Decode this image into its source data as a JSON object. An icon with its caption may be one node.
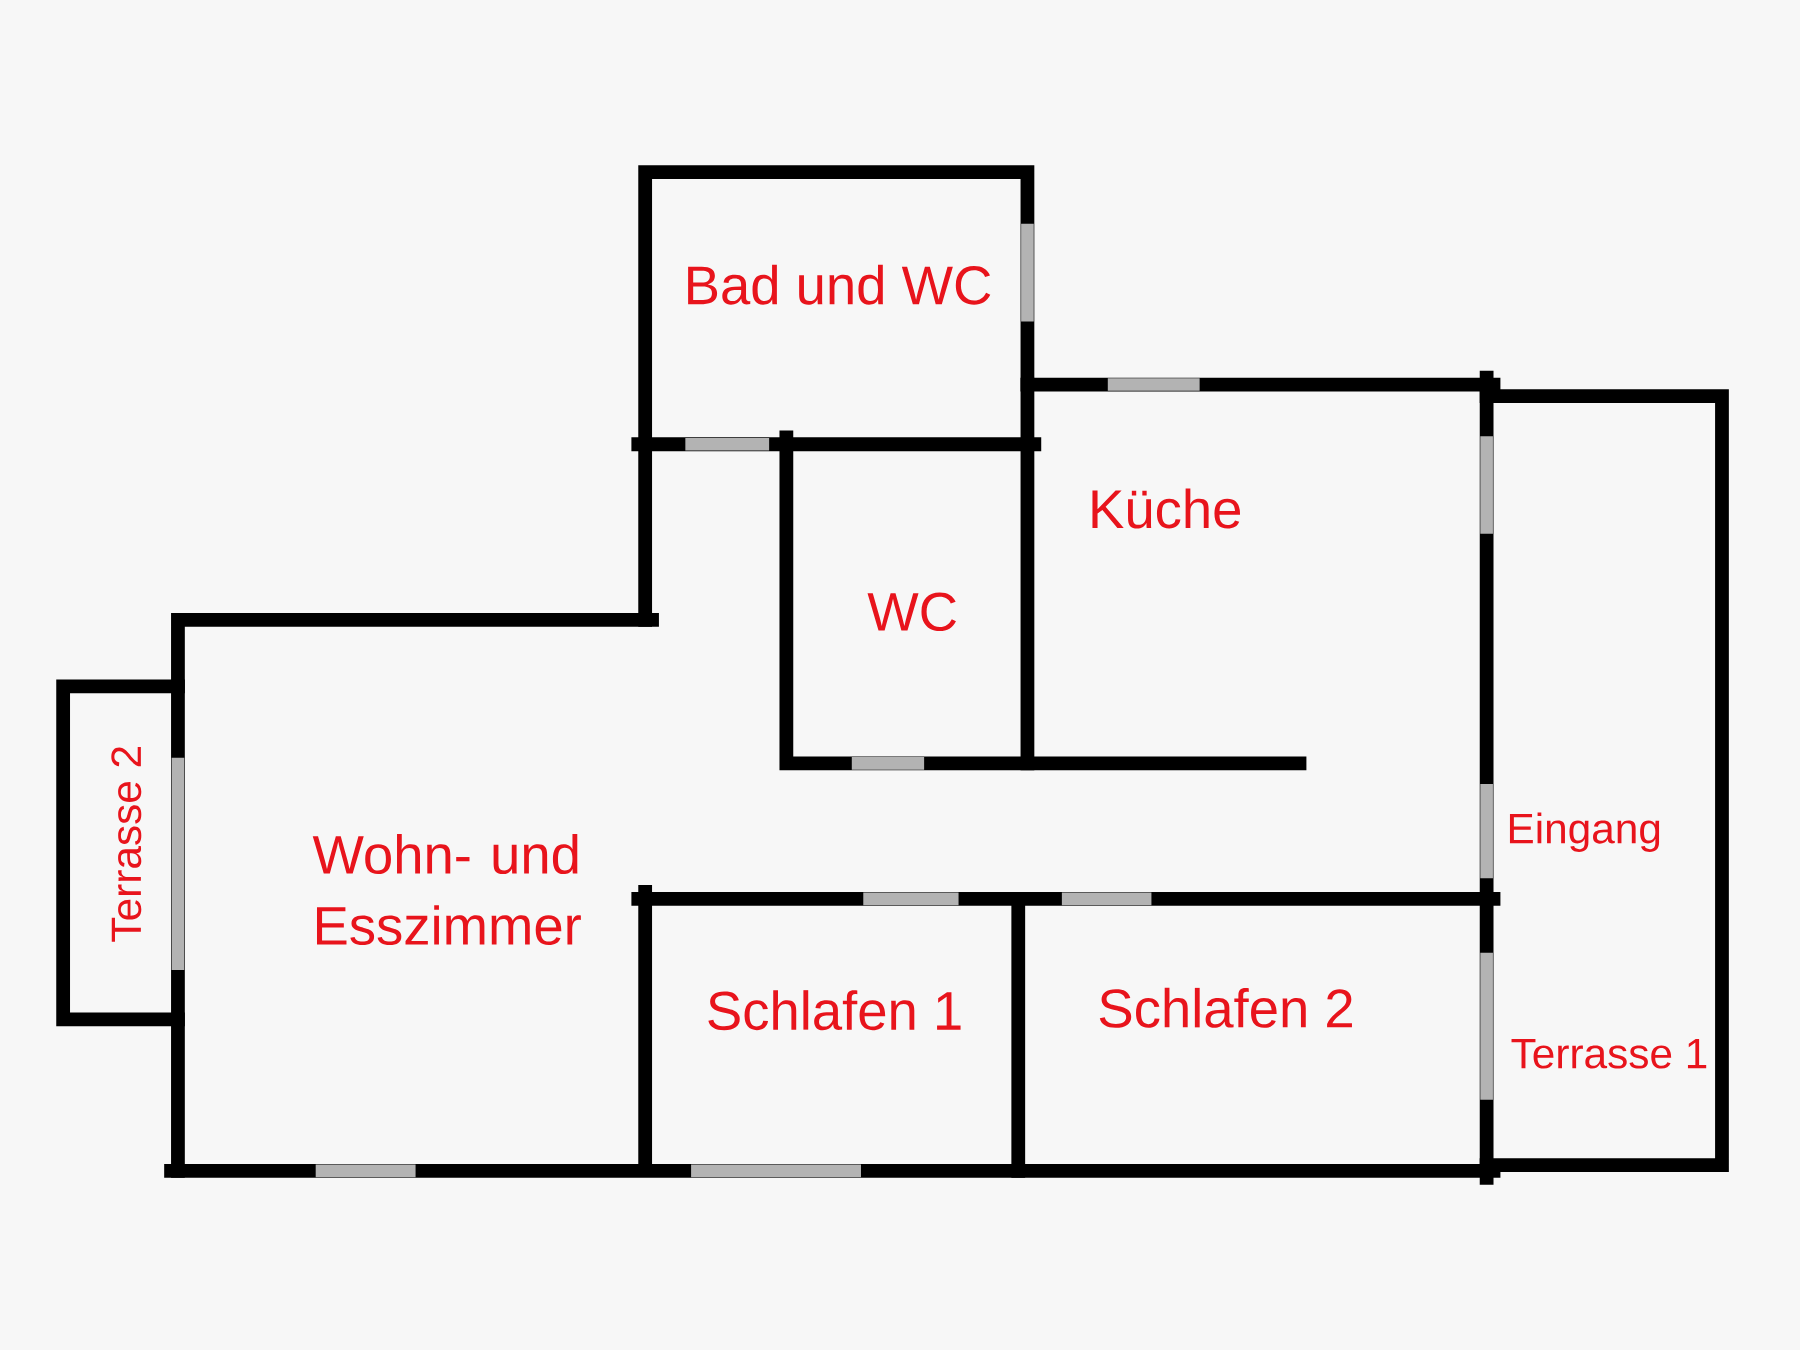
{
  "diagram": {
    "labels": [
      "Bad und WC",
      "Küche",
      "WC",
      "Terrasse 2",
      "Wohn- und Esszimmer",
      "Eingang",
      "Schlafen 1",
      "Schlafen 2",
      "Terrasse 1"
    ]
  }
}
